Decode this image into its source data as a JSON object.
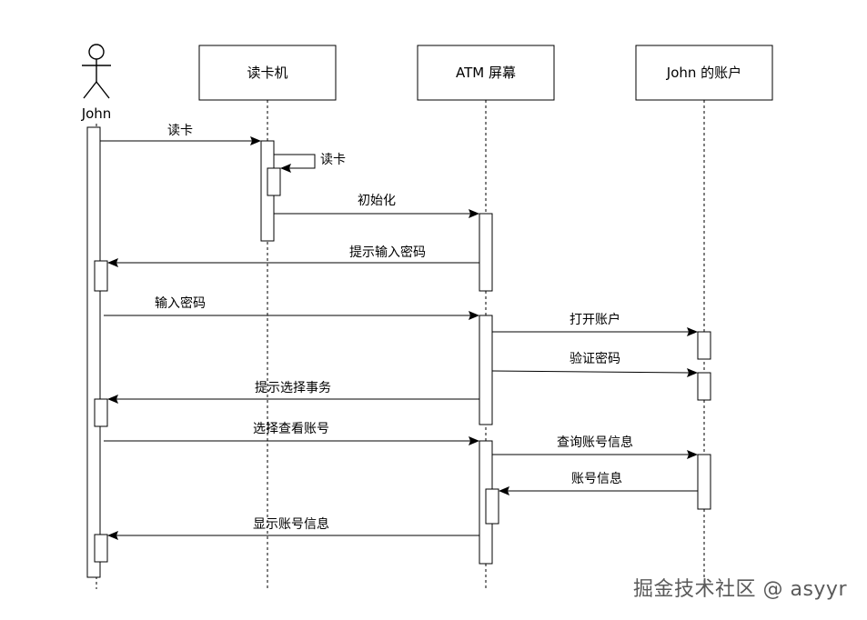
{
  "actor": {
    "name": "John"
  },
  "participants": [
    {
      "id": "reader",
      "label": "读卡机"
    },
    {
      "id": "atm",
      "label": "ATM 屏幕"
    },
    {
      "id": "account",
      "label": "John 的账户"
    }
  ],
  "messages": [
    {
      "id": "m1",
      "label": "读卡"
    },
    {
      "id": "m2",
      "label": "读卡"
    },
    {
      "id": "m3",
      "label": "初始化"
    },
    {
      "id": "m4",
      "label": "提示输入密码"
    },
    {
      "id": "m5",
      "label": "输入密码"
    },
    {
      "id": "m6",
      "label": "打开账户"
    },
    {
      "id": "m7",
      "label": "验证密码"
    },
    {
      "id": "m8",
      "label": "提示选择事务"
    },
    {
      "id": "m9",
      "label": "选择查看账号"
    },
    {
      "id": "m10",
      "label": "查询账号信息"
    },
    {
      "id": "m11",
      "label": "账号信息"
    },
    {
      "id": "m12",
      "label": "显示账号信息"
    }
  ],
  "watermark": "掘金技术社区 @ asyyr"
}
